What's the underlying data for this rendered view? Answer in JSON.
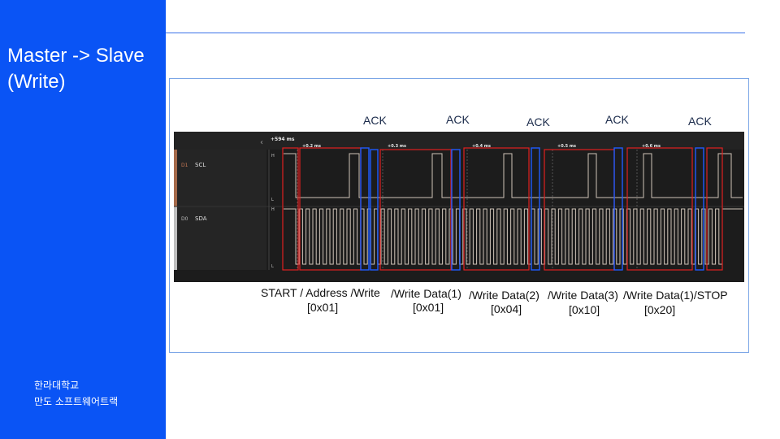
{
  "sidebar": {
    "title_line1": "Master -> Slave",
    "title_line2": "(Write)",
    "footer_line1": "한라대학교",
    "footer_line2": "만도 소프트웨어트랙"
  },
  "ack_labels": [
    "ACK",
    "ACK",
    "ACK",
    "ACK",
    "ACK"
  ],
  "scope": {
    "timestamp": "+594 ms",
    "markers": [
      "+0.2 ms",
      "+0.3 ms",
      "+0.4 ms",
      "+0.5 ms",
      "+0.6 ms"
    ],
    "channels": [
      {
        "id": "D1",
        "name": "SCL",
        "high": "H",
        "low": "L"
      },
      {
        "id": "D0",
        "name": "SDA",
        "high": "H",
        "low": "L"
      }
    ]
  },
  "segments": [
    {
      "label": "START / Address /Write",
      "value": "[0x01]"
    },
    {
      "label": "/Write Data(1)",
      "value": "[0x01]"
    },
    {
      "label": "/Write Data(2)",
      "value": "[0x04]"
    },
    {
      "label": "/Write Data(3)",
      "value": "[0x10]"
    },
    {
      "label": "/Write Data(1)/STOP",
      "value": "[0x20]"
    }
  ],
  "colors": {
    "sidebar": "#0a54f5",
    "frame_box": "#e02020",
    "ack_box": "#1f5bff",
    "waveform": "#cfc4b8"
  }
}
